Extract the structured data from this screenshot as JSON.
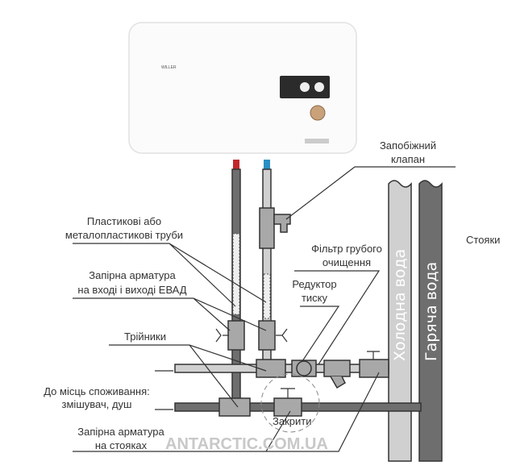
{
  "heater": {
    "brand": "WILLER"
  },
  "labels": {
    "safety_valve": [
      "Запобіжний",
      "клапан"
    ],
    "pipes": [
      "Пластикові або",
      "металопластикові труби"
    ],
    "risers": "Стояки",
    "filter": [
      "Фільтр грубого",
      "очищення"
    ],
    "shutoff_heater": [
      "Запірна арматура",
      "на вході і виході ЕВАД"
    ],
    "reducer": [
      "Редуктор",
      "тиску"
    ],
    "tees": "Трійники",
    "consumers": [
      "До місць споживання:",
      "змішувач, душ"
    ],
    "shutoff_risers": [
      "Запірна арматура",
      "на стояках"
    ],
    "close": "Закрити",
    "cold_riser": "Холодна вода",
    "hot_riser": "Гаряча вода"
  },
  "watermark": "ANTARCTIC.COM.UA",
  "colors": {
    "hot_cap": "#c0282d",
    "cold_cap": "#2a8fc4",
    "cold_riser": "#d0d0d0",
    "hot_riser": "#6e6e6e"
  }
}
